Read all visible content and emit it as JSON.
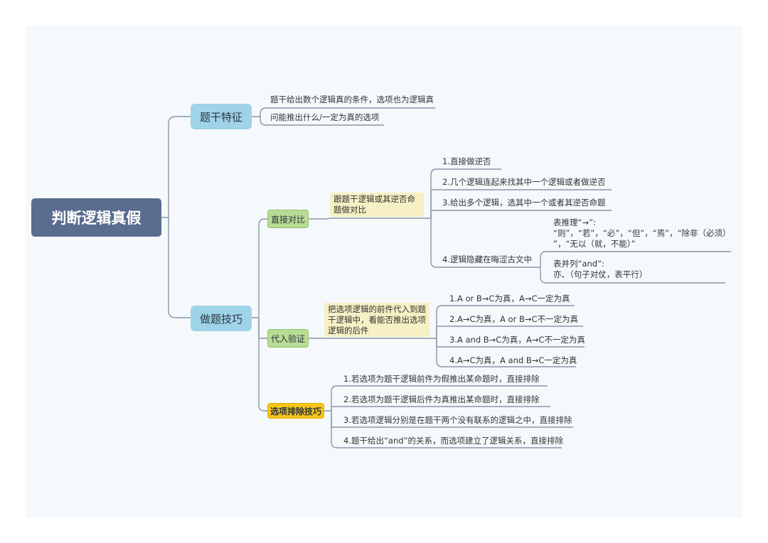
{
  "root": "判断逻辑真假",
  "b1": {
    "label": "题干特征",
    "items": [
      "题干给出数个逻辑真的条件，选项也为逻辑真",
      "问能推出什么/一定为真的选项"
    ]
  },
  "b2": {
    "label": "做题技巧",
    "c1": {
      "label": "直接对比",
      "note": "跟题干逻辑或其逆否命题做对比",
      "items": [
        "1.直接做逆否",
        "2.几个逻辑连起来找其中一个逻辑或者做逆否",
        "3.给出多个逻辑，选其中一个或者其逆否命题",
        "4.逻辑隐藏在晦涩古文中"
      ],
      "sub": {
        "a1": "表推理“→”:",
        "a2": "“则”，“若”，“必”，“但”，“焉”，“除非（必须）",
        "a3": "”，“无以（就，不能）”",
        "b1": "表并列“and”:",
        "b2": "亦、（句子对仗，表平行）"
      }
    },
    "c2": {
      "label": "代入验证",
      "note": "把选项逻辑的前件代入到题干逻辑中，看能否推出选项逻辑的后件",
      "items": [
        "1.A or B→C为真，A→C一定为真",
        "2.A→C为真，A or B→C不一定为真",
        "3.A and B→C为真，A→C不一定为真",
        "4.A→C为真，A and B→C一定为真"
      ]
    },
    "c3": {
      "label": "选项排除技巧",
      "items": [
        "1.若选项为题干逻辑前件为假推出某命题时，直接排除",
        "2.若选项为题干逻辑后件为真推出某命题时，直接排除",
        "3.若选项逻辑分别是在题干两个没有联系的逻辑之中，直接排除",
        "4.题干给出“and”的关系，而选项建立了逻辑关系，直接排除"
      ]
    }
  },
  "colors": {
    "line": "#8a96a8",
    "root": "#5a6d8f",
    "main": "#9fd3e8",
    "sub": "#b7dc93",
    "highlight": "#f5c518",
    "note": "#f6f0c4"
  }
}
